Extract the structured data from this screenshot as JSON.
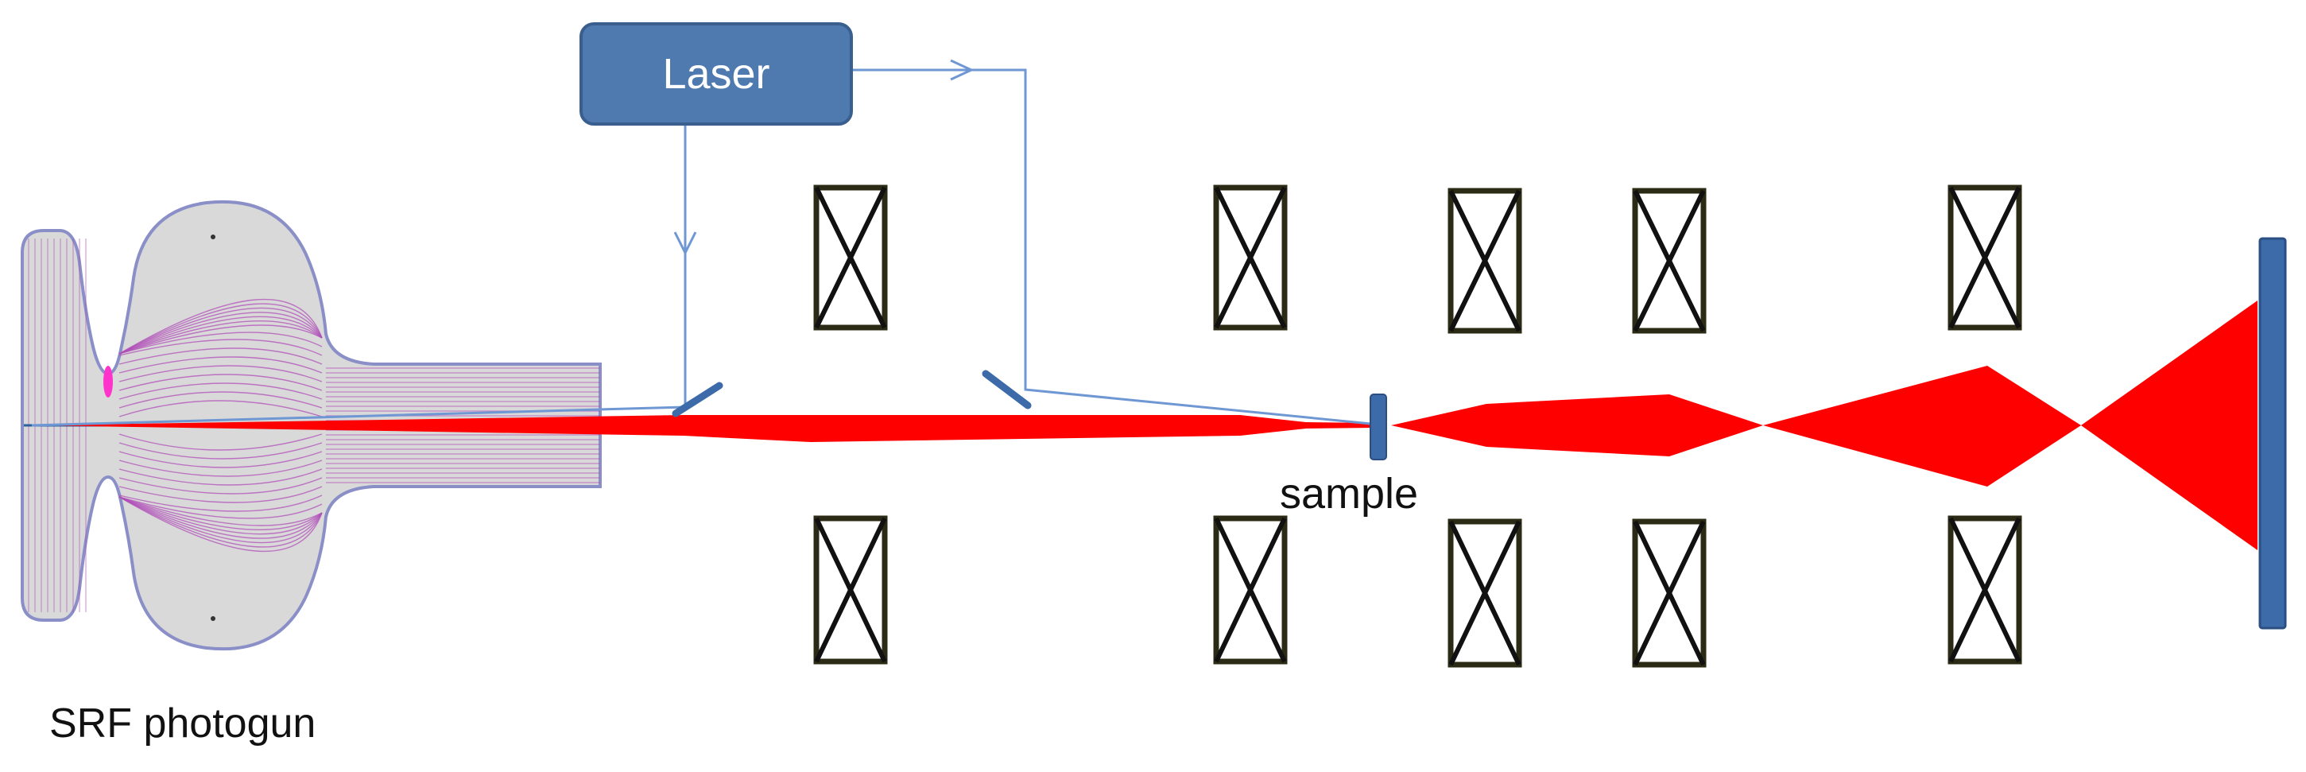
{
  "labels": {
    "laser": "Laser",
    "sample": "sample",
    "gun": "SRF photogun"
  },
  "colors": {
    "beam": "#ff0000",
    "laser_box": "#4f7ab0",
    "laser_path": "#6f97d3",
    "optic": "#3d6aa8",
    "magnet_frame": "#2b2b15",
    "field_lines": "#cc44cc",
    "cavity_fill": "#d9d9d9",
    "cavity_edge": "#8a8fc8"
  },
  "icons": {
    "solenoid": "solenoid-magnet-icon",
    "mirror": "mirror-icon",
    "screen": "detector-screen-icon"
  }
}
